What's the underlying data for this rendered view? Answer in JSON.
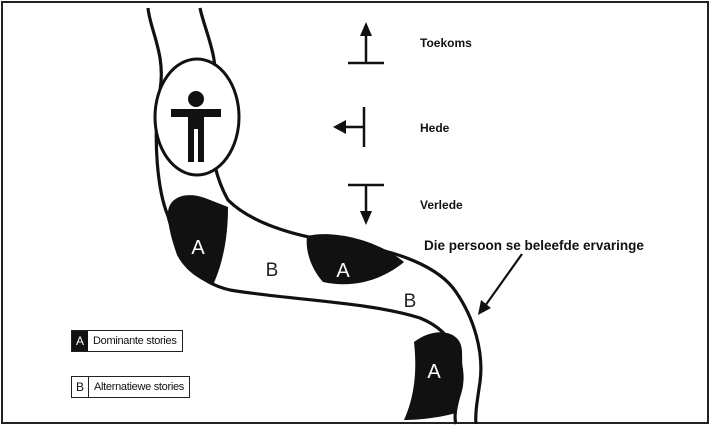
{
  "time_labels": {
    "future": "Toekoms",
    "present": "Hede",
    "past": "Verlede"
  },
  "river_label": "Die persoon se beleefde ervaringe",
  "markers": {
    "dominant": "A",
    "alternative": "B"
  },
  "legend": {
    "dominant_key": "A",
    "dominant_text": "Dominante stories",
    "alternative_key": "B",
    "alternative_text": "Alternatiewe stories"
  },
  "colors": {
    "ink": "#111111",
    "background": "#ffffff"
  }
}
